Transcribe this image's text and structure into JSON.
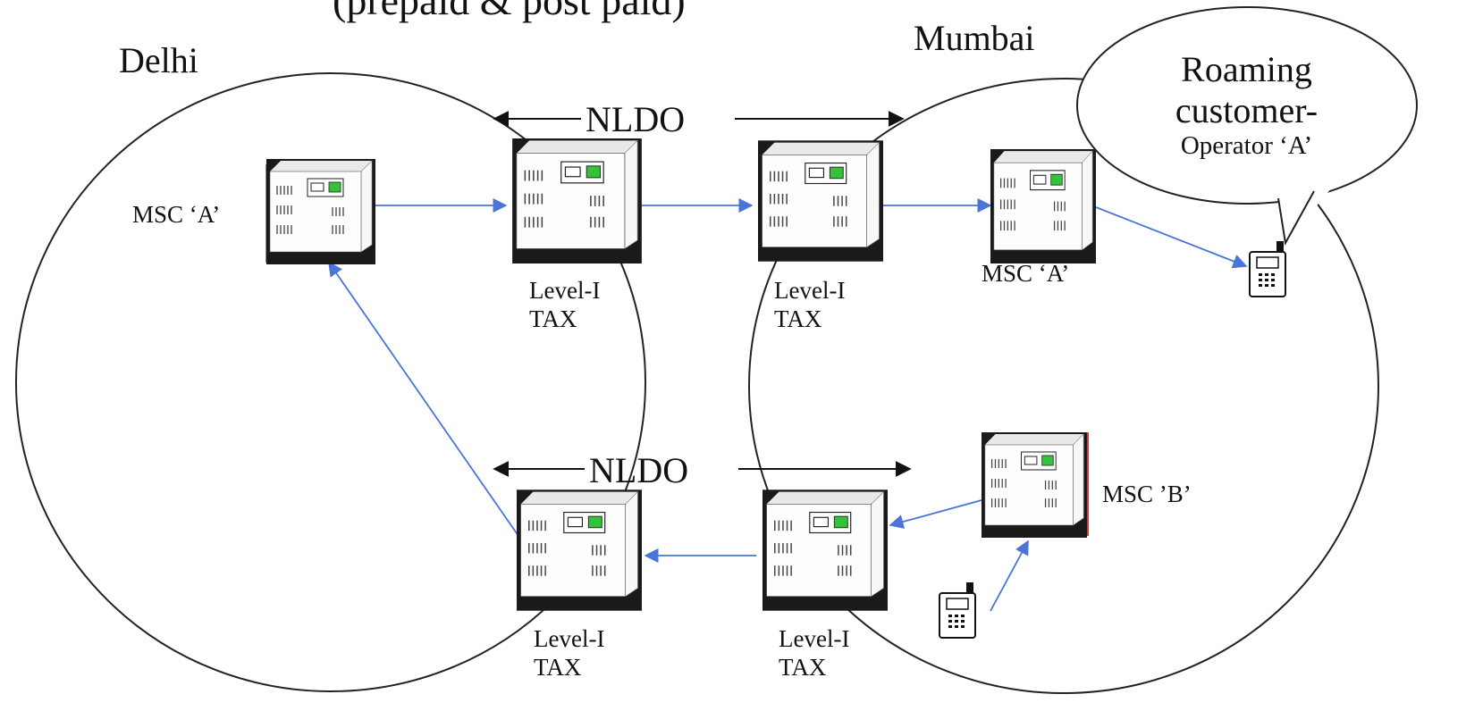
{
  "title_fragment": "(prepaid & post paid)",
  "regions": {
    "left": "Delhi",
    "right": "Mumbai"
  },
  "links": {
    "top": "NLDO",
    "bottom": "NLDO"
  },
  "nodes": {
    "msc_delhi": "MSC ‘A’",
    "tax_delhi_top": [
      "Level-I",
      "TAX"
    ],
    "tax_mumbai_top": [
      "Level-I",
      "TAX"
    ],
    "msc_mumbai_a": "MSC  ‘A’",
    "msc_mumbai_b": "MSC ’B’",
    "tax_delhi_bottom": [
      "Level-I",
      "TAX"
    ],
    "tax_mumbai_bottom": [
      "Level-I",
      "TAX"
    ]
  },
  "bubble": {
    "line1": "Roaming",
    "line2": "customer-",
    "line3": "Operator ‘A’"
  },
  "icons": {
    "server": "switch-server-icon",
    "phone": "mobile-phone-icon"
  },
  "colors": {
    "arrow": "#4a74d6",
    "ink": "#111111",
    "screen": "#34c23a",
    "leftEdgeBar": "#3bbf3f",
    "rightEdgeBar": "#d43a3a"
  }
}
